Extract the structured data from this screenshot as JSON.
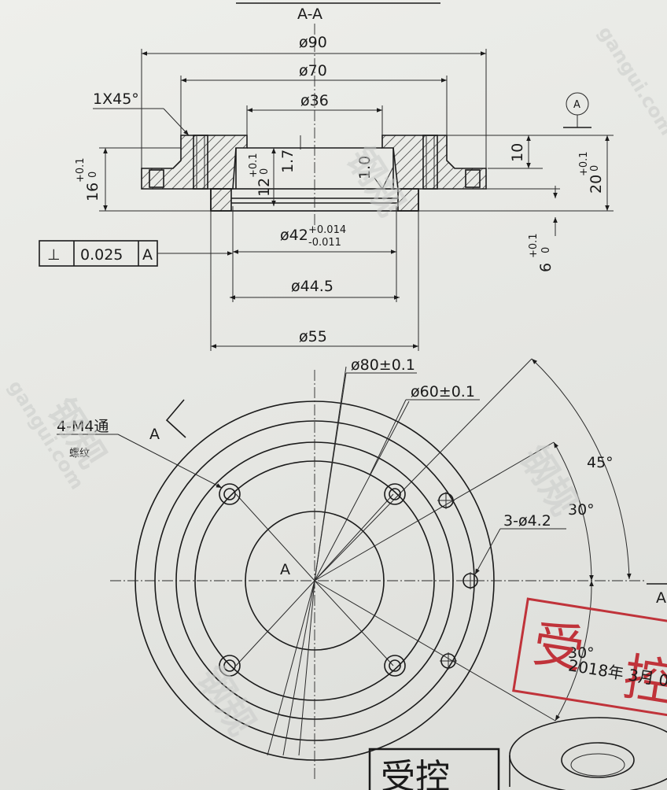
{
  "section": {
    "title": "A-A",
    "dims": {
      "d90": "ø90",
      "d70": "ø70",
      "d36": "ø36",
      "chamfer": "1X45°",
      "d42_main": "ø42",
      "d42_tol_up": "+0.014",
      "d42_tol_dn": "-0.011",
      "d44_5": "ø44.5",
      "d55": "ø55",
      "h10": "10",
      "h1_7": "1.7",
      "rough": "1.0"
    },
    "tol_dims": {
      "h16_main": "16",
      "h16_up": "+0.1",
      "h16_dn": "0",
      "h12_main": "12",
      "h12_up": "+0.1",
      "h12_dn": "0",
      "h20_main": "20",
      "h20_up": "+0.1",
      "h20_dn": "0",
      "h6_main": "6",
      "h6_up": "+0.1",
      "h6_dn": "0"
    },
    "datum": "A",
    "gdt": {
      "symbol": "⊥",
      "value": "0.025",
      "datum": "A"
    }
  },
  "plan": {
    "d80": "ø80±0.1",
    "d60": "ø60±0.1",
    "thread_holes": "4-M4通",
    "thread_note": "螺纹",
    "holes": "3-ø4.2",
    "angle45": "45°",
    "angle30a": "30°",
    "angle30b": "30°",
    "center_label": "A",
    "view_arrow": "A",
    "view_arrow_right": "A"
  },
  "stamp": {
    "char1": "受",
    "char2": "控",
    "date": "2018年 3月 0"
  },
  "bottom_stamp": "受控",
  "watermark": [
    "钢规",
    "gangui.com"
  ]
}
